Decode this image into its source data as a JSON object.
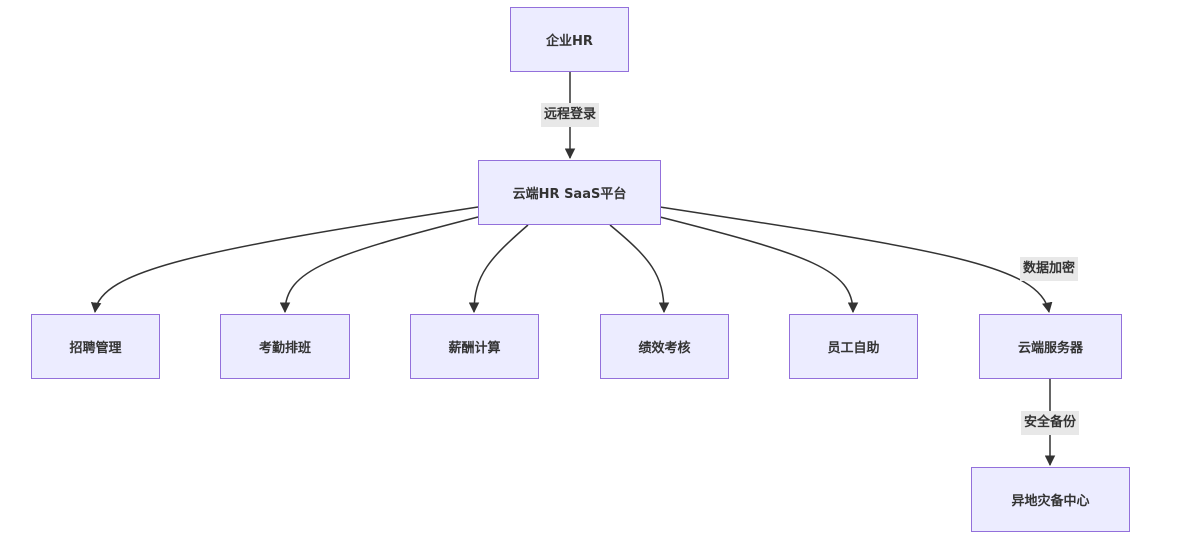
{
  "nodes": {
    "enterprise_hr": "企业HR",
    "saas_platform": "云端HR SaaS平台",
    "recruitment": "招聘管理",
    "attendance": "考勤排班",
    "payroll": "薪酬计算",
    "performance": "绩效考核",
    "self_service": "员工自助",
    "cloud_server": "云端服务器",
    "dr_center": "异地灾备中心"
  },
  "edge_labels": {
    "remote_login": "远程登录",
    "data_encryption": "数据加密",
    "secure_backup": "安全备份"
  },
  "colors": {
    "node_fill": "#ECECFF",
    "node_border": "#9370DB",
    "edge": "#333333",
    "label_bg": "#e8e8e8"
  }
}
